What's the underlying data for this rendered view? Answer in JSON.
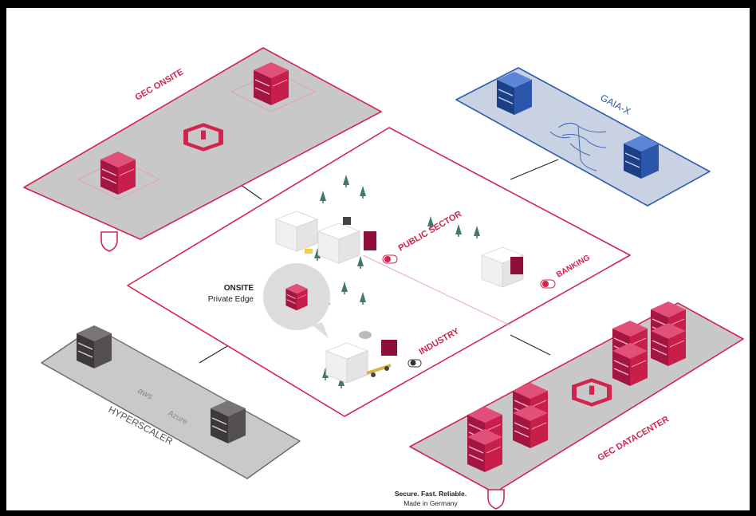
{
  "labels": {
    "onsite": "GEC ONSITE",
    "gaiax": "GAIA-X",
    "public_sector": "PUBLIC SECTOR",
    "banking": "BANKING",
    "industry": "INDUSTRY",
    "private_edge_title": "ONSITE",
    "private_edge_sub": "Private Edge",
    "hyperscaler": "HYPERSCALER",
    "datacenter": "GEC DATACENTER",
    "tagline_bold": "Secure. Fast. Reliable.",
    "tagline_sub": "Made in Germany",
    "aws_logo": "aws",
    "azure_logo": "Azure"
  },
  "colors": {
    "brand": "#d0264e",
    "brand_dark": "#8e0f37",
    "gaia_blue": "#2f5bb0",
    "server_grey": "#4c4747",
    "panel_grey": "#cfcfcf"
  }
}
